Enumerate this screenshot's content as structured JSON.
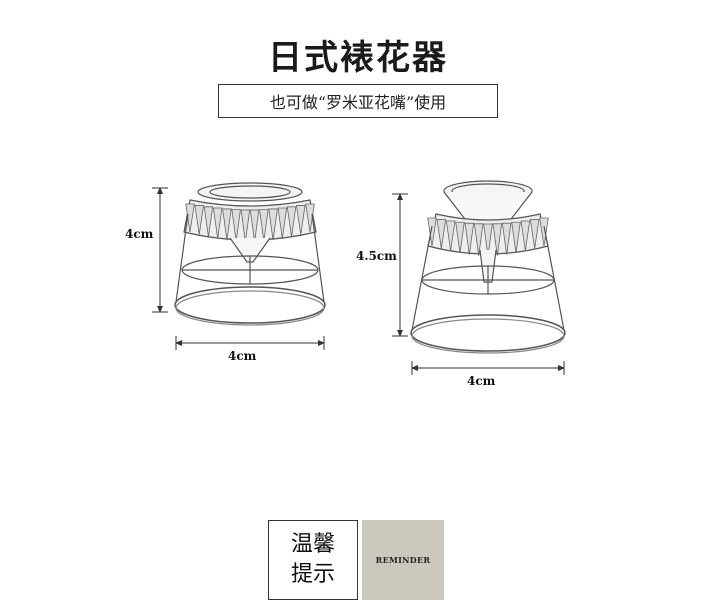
{
  "header": {
    "title": "日式裱花器",
    "subtitle": "也可做“罗米亚花嘴”使用"
  },
  "diagram": {
    "left_nozzle": {
      "height_label": "4cm",
      "width_label": "4cm"
    },
    "right_nozzle": {
      "height_label": "4.5cm",
      "width_label": "4cm"
    }
  },
  "notice": {
    "line1": "温馨",
    "line2": "提示",
    "tag": "REMINDER",
    "tag_color": "#cbc8bd"
  }
}
